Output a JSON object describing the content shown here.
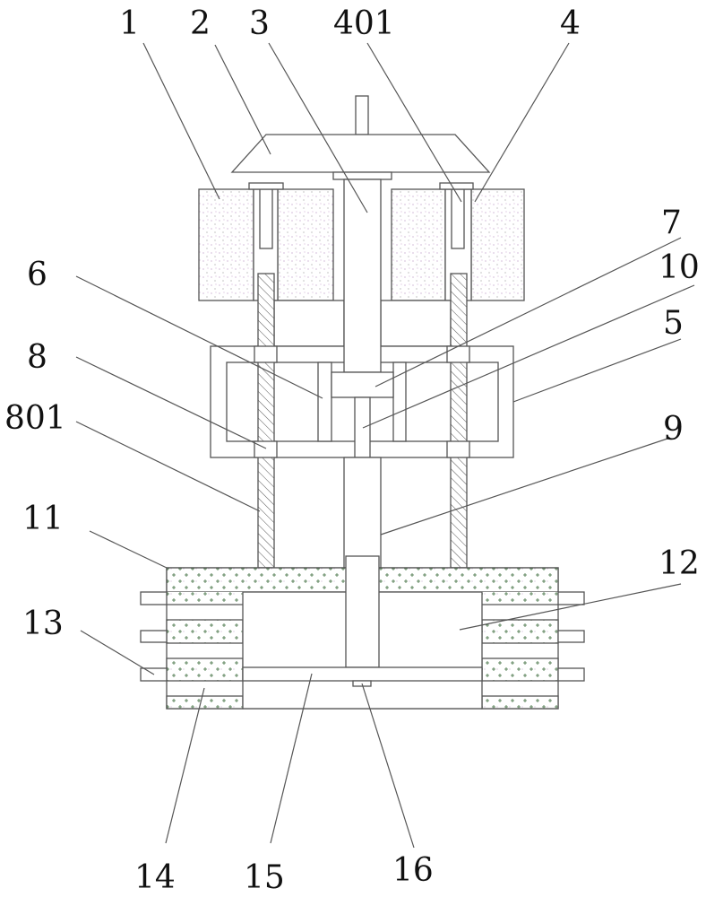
{
  "figure": {
    "labels": {
      "l1": "1",
      "l2": "2",
      "l3": "3",
      "l401": "401",
      "l4": "4",
      "l7": "7",
      "l10": "10",
      "l6": "6",
      "l5": "5",
      "l8": "8",
      "l801": "801",
      "l9": "9",
      "l11": "11",
      "l12": "12",
      "l13": "13",
      "l14": "14",
      "l15": "15",
      "l16": "16"
    },
    "colors": {
      "line": "#555555",
      "speckle": "#a07ab0",
      "plus": "#3a7a3a"
    }
  }
}
